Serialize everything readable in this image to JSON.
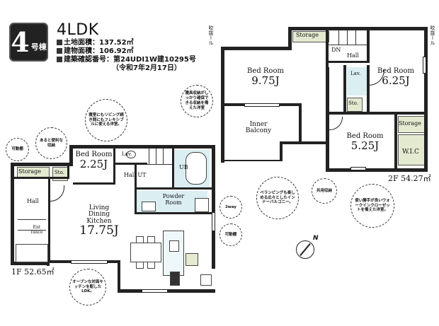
{
  "header": {
    "building_number": "4",
    "building_suffix": "号棟",
    "layout_type": "4LDK",
    "info_lines": [
      "土地面積：137.52㎡",
      "建物面積：106.92㎡",
      "建築確認番号：第24UDI1W建10295号",
      "（令和7年2月17日）"
    ]
  },
  "floor1": {
    "area_label": "1F 52.65㎡",
    "rooms": {
      "bedroom": {
        "name": "Bed Room",
        "size": "2.25J"
      },
      "ldk": {
        "name_lines": [
          "Living",
          "Dining",
          "Kitchen"
        ],
        "size": "17.75J"
      },
      "storage": "Storage",
      "sto": "Sto.",
      "hall": "Hall",
      "hall_ut": "Hall UT",
      "lav": "Lav.",
      "ub": "UB",
      "powder_room": "Powder Room",
      "entrance": "Ent rance"
    }
  },
  "floor2": {
    "area_label": "2F 54.27㎡",
    "rooms": {
      "bedroom_a": {
        "name": "Bed Room",
        "size": "9.75J"
      },
      "bedroom_b": {
        "name": "Bed Room",
        "size": "6.25J"
      },
      "bedroom_c": {
        "name": "Bed Room",
        "size": "5.25J"
      },
      "inner_balcony": {
        "name_lines": [
          "Inner",
          "Balcony"
        ]
      },
      "storage_top": "Storage",
      "storage_right": "Storage",
      "wic": "W.I.C",
      "hall": "Hall",
      "dn": "DN",
      "lav": "Lav.",
      "sto": "Sto."
    },
    "side_notes": [
      "吹抜ール",
      "吹抜ール"
    ]
  },
  "bubbles": [
    {
      "id": "movable-shelf-left",
      "text": "可動棚"
    },
    {
      "id": "storage-note",
      "text": "あると便利な収納"
    },
    {
      "id": "flexible-room",
      "text": "寝室にもリビング続き間にもフレキシブルに使える洋室。"
    },
    {
      "id": "futon-storage",
      "text": "寝具収納がしっかり確保できる収納を備えた洋室"
    },
    {
      "id": "inner-balcony-note",
      "text": "ベランピングも楽しめる広々としたインナーバルコニー。"
    },
    {
      "id": "two-way",
      "text": "2way"
    },
    {
      "id": "movable-shelf-mid",
      "text": "可動棚"
    },
    {
      "id": "shared-storage",
      "text": "共用収納"
    },
    {
      "id": "wic-note",
      "text": "使い勝手が良いウォークインクローゼットを備えた洋室。"
    },
    {
      "id": "open-kitchen",
      "text": "オープンな対面キッチンを配したLDK。"
    }
  ],
  "compass": {
    "label": "N"
  },
  "colors": {
    "wall": "#222222",
    "storage_fill": "#e3ead0",
    "wet_fill": "#dbeef2",
    "badge_bg": "#222222"
  }
}
